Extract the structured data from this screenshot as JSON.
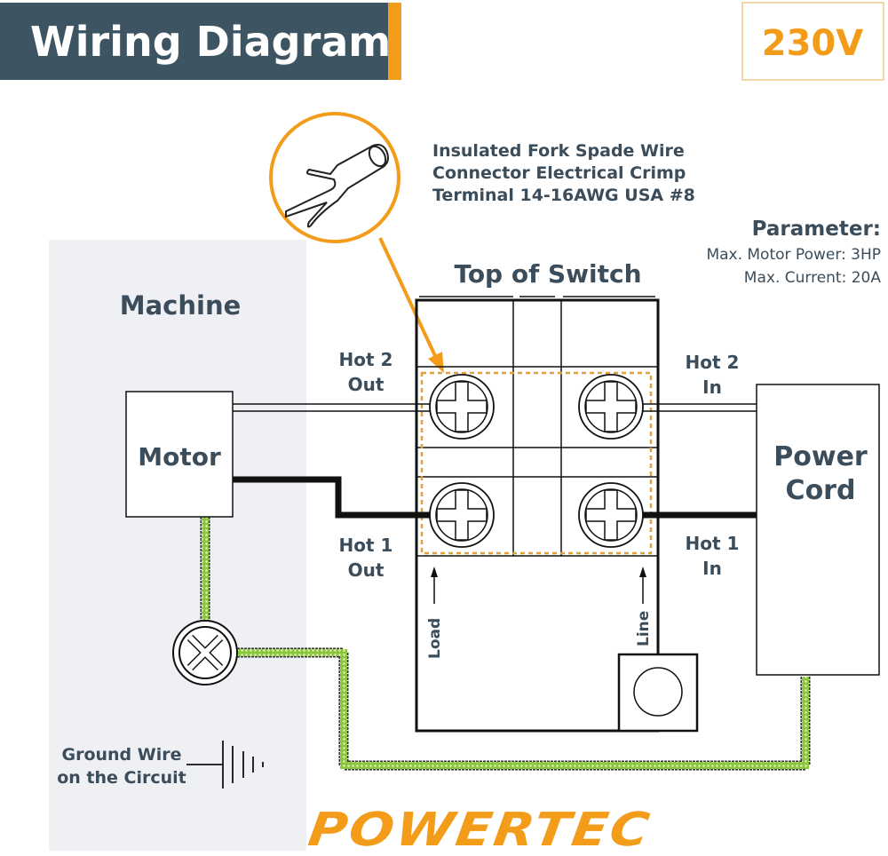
{
  "header": {
    "title": "Wiring Diagram",
    "voltage": "230V"
  },
  "colors": {
    "header_bg": "#3d5463",
    "accent": "#f39c1a",
    "ground_wire": "#8cc63f",
    "panel": "#eef0f4",
    "text": "#3b4c5a"
  },
  "callout": {
    "line1": "Insulated Fork Spade Wire",
    "line2": "Connector Electrical Crimp",
    "line3": "Terminal 14-16AWG USA #8",
    "icon": "fork-spade-connector-icon"
  },
  "parameter": {
    "title": "Parameter:",
    "power": "Max. Motor Power: 3HP",
    "current": "Max. Current: 20A"
  },
  "machine": {
    "label": "Machine",
    "motor": "Motor"
  },
  "switch": {
    "title": "Top of Switch",
    "load": "Load",
    "line": "Line"
  },
  "wires": {
    "hot2_out_1": "Hot 2",
    "hot2_out_2": "Out",
    "hot1_out_1": "Hot 1",
    "hot1_out_2": "Out",
    "hot2_in_1": "Hot 2",
    "hot2_in_2": "In",
    "hot1_in_1": "Hot 1",
    "hot1_in_2": "In"
  },
  "power_cord": {
    "line1": "Power",
    "line2": "Cord"
  },
  "ground": {
    "line1": "Ground Wire",
    "line2": "on the Circuit"
  },
  "brand": {
    "logo": "POWERTEC"
  }
}
